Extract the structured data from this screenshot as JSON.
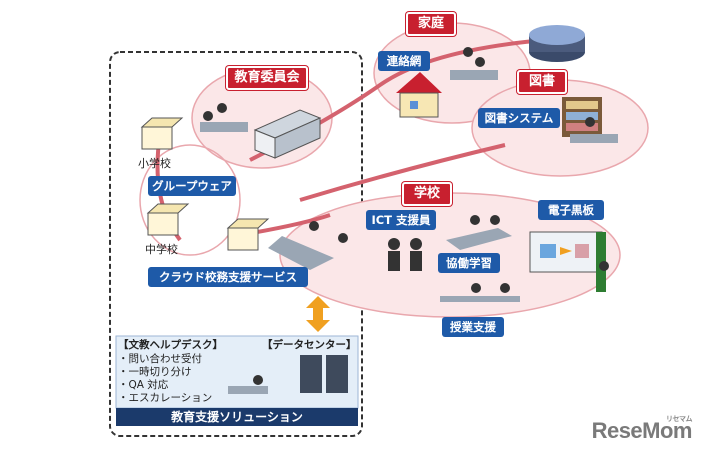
{
  "labels": {
    "home": "家庭",
    "library": "図書",
    "school": "学校",
    "board": "教育委員会",
    "contact_network": "連絡網",
    "library_system": "図書システム",
    "ict_support": "ICT 支援員",
    "e_blackboard": "電子黒板",
    "collab_learning": "協働学習",
    "class_support": "授業支援",
    "groupware": "グループウェア",
    "cloud_service": "クラウド校務支援サービス",
    "elementary": "小学校",
    "junior_high": "中学校",
    "helpdesk_title": "【文教ヘルプデスク】",
    "datacenter_title": "【データセンター】",
    "solution_bar": "教育支援ソリューション"
  },
  "helpdesk_items": [
    "・問い合わせ受付",
    "・一時切り分け",
    "・QA 対応",
    "・エスカレーション"
  ],
  "logo": {
    "text": "ReseMom",
    "sub": "リセマム"
  },
  "colors": {
    "red": "#c8202f",
    "blue": "#1e5aa8",
    "navy": "#1b3a6b",
    "pink": "#f3c9cc"
  }
}
